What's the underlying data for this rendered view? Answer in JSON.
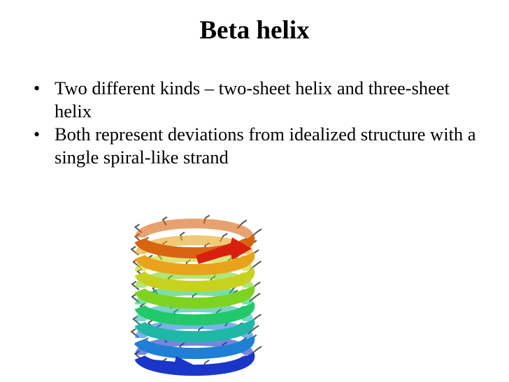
{
  "slide": {
    "title": "Beta helix",
    "bullets": [
      {
        "text": "Two different kinds – two-sheet helix and three-sheet helix"
      },
      {
        "text": "Both represent deviations from idealized structure with a single spiral-like strand"
      }
    ]
  },
  "figure": {
    "icon": "beta-helix-ribbon-image",
    "ribbon_colors_top_to_bottom": [
      "#d9640f",
      "#e8a31a",
      "#c7d21f",
      "#7ed321",
      "#21c96b",
      "#1fb7a6",
      "#1f7fd4",
      "#1a36c8"
    ],
    "arrow_color": "#d9200f",
    "sidechain_color": "#555555"
  }
}
